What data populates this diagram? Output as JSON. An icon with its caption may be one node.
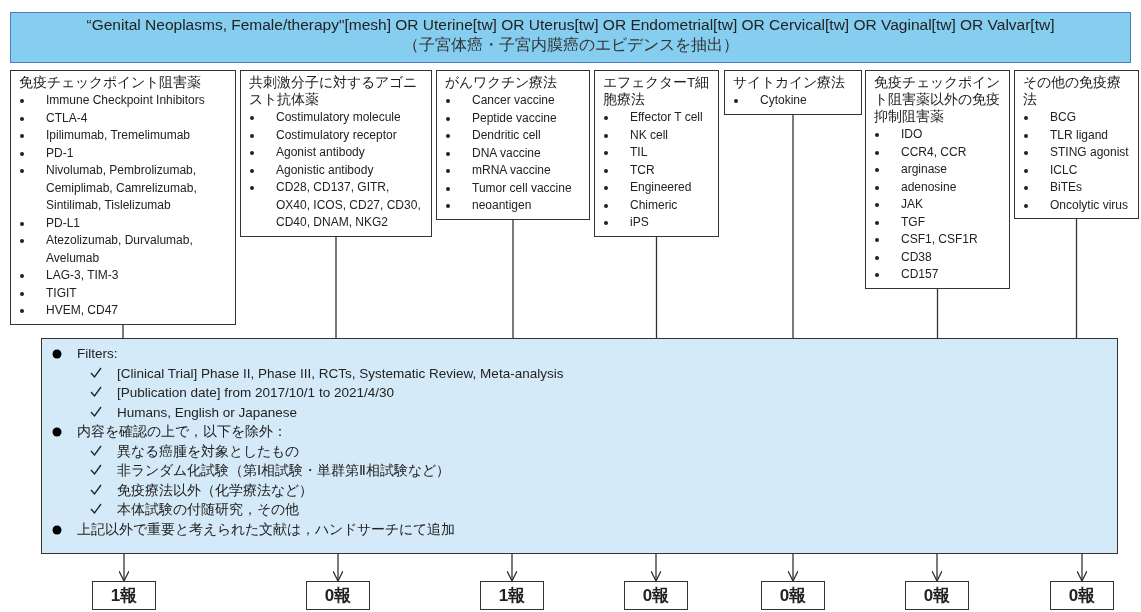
{
  "diagram": {
    "nodes": [
      {
        "text": [
          "“Genital Neoplasms, Female/therapy\"[mesh] OR Uterine[tw] OR Uterus[tw] OR Endometrial[tw] OR Cervical[tw] OR Vaginal[tw] OR Valvar[tw]",
          "（子宮体癌・子宮内膜癌のエビデンスを抽出）"
        ]
      },
      {
        "text": [
          "免疫チェックポイント阻害薬",
          "Immune Checkpoint Inhibitors",
          "CTLA-4",
          "Ipilimumab, Tremelimumab",
          "PD-1",
          "Nivolumab, Pembrolizumab, Cemiplimab, Camrelizumab, Sintilimab, Tislelizumab",
          "PD-L1",
          "Atezolizumab, Durvalumab, Avelumab",
          "LAG-3, TIM-3",
          "TIGIT",
          "HVEM, CD47"
        ]
      },
      {
        "text": [
          "共刺激分子に対するアゴニスト抗体薬",
          "Costimulatory molecule",
          "Costimulatory receptor",
          "Agonist antibody",
          "Agonistic antibody",
          "CD28, CD137, GITR, OX40, ICOS, CD27, CD30, CD40, DNAM, NKG2"
        ]
      },
      {
        "text": [
          "がんワクチン療法",
          "Cancer vaccine",
          "Peptide vaccine",
          "Dendritic cell",
          "DNA vaccine",
          "mRNA vaccine",
          "Tumor cell vaccine",
          "neoantigen"
        ]
      },
      {
        "text": [
          "エフェクターT細胞療法",
          "Effector T cell",
          "NK cell",
          "TIL",
          "TCR",
          "Engineered",
          "Chimeric",
          "iPS"
        ]
      },
      {
        "text": [
          "サイトカイン療法",
          "Cytokine"
        ]
      },
      {
        "text": [
          "免疫チェックポイント阻害薬以外の免疫抑制阻害薬",
          "IDO",
          "CCR4, CCR",
          "arginase",
          "adenosine",
          "JAK",
          "TGF",
          "CSF1, CSF1R",
          "CD38",
          "CD157"
        ]
      },
      {
        "text": [
          "その他の免疫療法",
          "BCG",
          "TLR ligand",
          "STING agonist",
          "ICLC",
          "BiTEs",
          "Oncolytic virus"
        ]
      },
      {
        "text": [
          "Filters:",
          "[Clinical Trial] Phase II, Phase III, RCTs, Systematic Review, Meta-analysis",
          "[Publication date] from 2017/10/1 to 2021/4/30",
          "Humans, English or Japanese",
          "内容を確認の上で，以下を除外：",
          "異なる癌腫を対象としたもの",
          "非ランダム化試験（第Ⅰ相試験・単群第Ⅱ相試験など）",
          "免疫療法以外（化学療法など）",
          "本体試験の付随研究，その他",
          "上記以外で重要と考えられた文献は，ハンドサーチにて追加"
        ]
      },
      {
        "text": [
          "1報"
        ]
      },
      {
        "text": [
          "0報"
        ]
      },
      {
        "text": [
          "1報"
        ]
      },
      {
        "text": [
          "0報"
        ]
      },
      {
        "text": [
          "0報"
        ]
      },
      {
        "text": [
          "0報"
        ]
      },
      {
        "text": [
          "0報"
        ]
      }
    ],
    "edges": [
      {
        "from": 1,
        "to": 8,
        "arrow": "none"
      },
      {
        "from": 2,
        "to": 8,
        "arrow": "none"
      },
      {
        "from": 3,
        "to": 8,
        "arrow": "none"
      },
      {
        "from": 4,
        "to": 8,
        "arrow": "none"
      },
      {
        "from": 5,
        "to": 8,
        "arrow": "none"
      },
      {
        "from": 6,
        "to": 8,
        "arrow": "none"
      },
      {
        "from": 7,
        "to": 8,
        "arrow": "none"
      },
      {
        "from": 8,
        "to": 9,
        "arrow": "to"
      },
      {
        "from": 8,
        "to": 10,
        "arrow": "to"
      },
      {
        "from": 8,
        "to": 11,
        "arrow": "to"
      },
      {
        "from": 8,
        "to": 12,
        "arrow": "to"
      },
      {
        "from": 8,
        "to": 13,
        "arrow": "to"
      },
      {
        "from": 8,
        "to": 14,
        "arrow": "to"
      },
      {
        "from": 8,
        "to": 15,
        "arrow": "to"
      }
    ]
  }
}
